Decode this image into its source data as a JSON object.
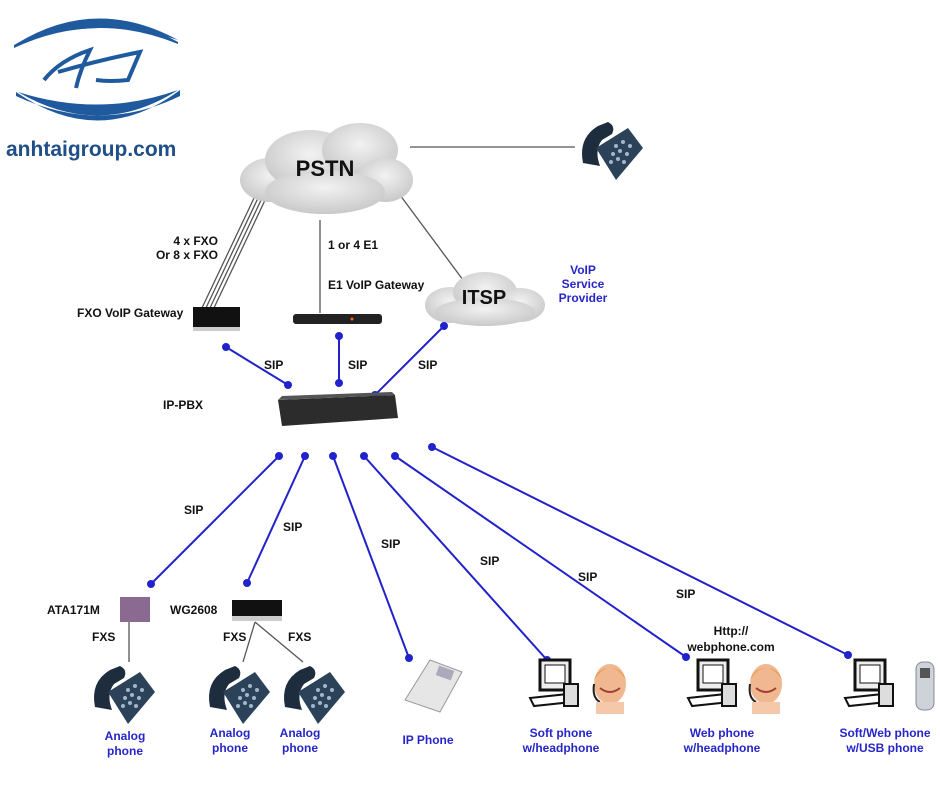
{
  "logo": {
    "monogram": "AT",
    "site": "anhtaigroup.com",
    "color": "#1f5a9e"
  },
  "clouds": {
    "pstn": "PSTN",
    "itsp": "ITSP"
  },
  "itsp_caption": [
    "VoIP",
    "Service",
    "Provider"
  ],
  "links": {
    "fxo_count": [
      "4 x FXO",
      "Or 8 x FXO"
    ],
    "e1_count": "1 or 4 E1",
    "sip": "SIP",
    "fxs": "FXS"
  },
  "devices": {
    "fxo_gateway": "FXO VoIP Gateway",
    "e1_gateway": "E1 VoIP Gateway",
    "ip_pbx": "IP-PBX",
    "ata": "ATA171M",
    "wg": "WG2608"
  },
  "webphone_url": [
    "Http://",
    "webphone.com"
  ],
  "endpoints": [
    {
      "label": [
        "Analog",
        "phone"
      ]
    },
    {
      "label": [
        "Analog",
        "phone"
      ]
    },
    {
      "label": [
        "Analog",
        "phone"
      ]
    },
    {
      "label": [
        "IP Phone"
      ]
    },
    {
      "label": [
        "Soft phone",
        "w/headphone"
      ]
    },
    {
      "label": [
        "Web phone",
        "w/headphone"
      ]
    },
    {
      "label": [
        "Soft/Web phone",
        "w/USB phone"
      ]
    }
  ],
  "colors": {
    "sip_link": "#2222cc",
    "label_blue": "#2626c8",
    "pstn_link": "#666666"
  }
}
